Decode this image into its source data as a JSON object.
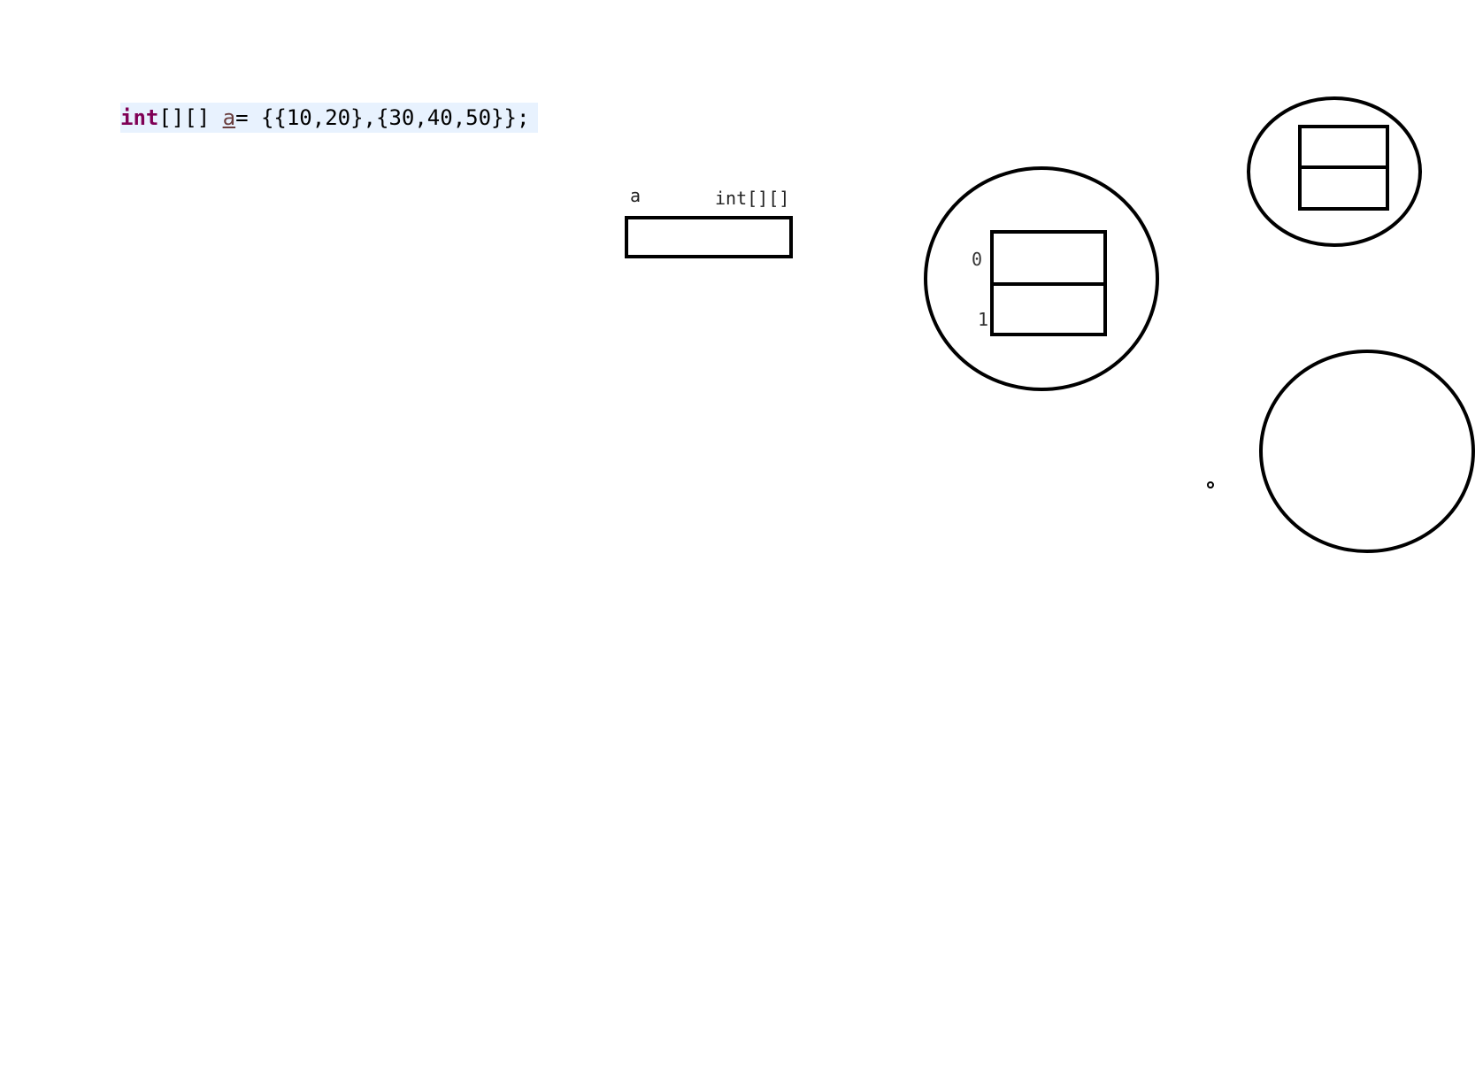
{
  "code": {
    "keyword": "int",
    "type_suffix": "[][] ",
    "variable": "a",
    "rest": "= {{10,20},{30,40,50}};"
  },
  "reference": {
    "name": "a",
    "type": "int[][]"
  },
  "outer_array": {
    "indices": [
      "0",
      "1"
    ]
  },
  "colors": {
    "keyword": "#7f0055",
    "variable": "#6a3e3e",
    "code_highlight": "#e8f2fe",
    "stroke": "#000000"
  }
}
